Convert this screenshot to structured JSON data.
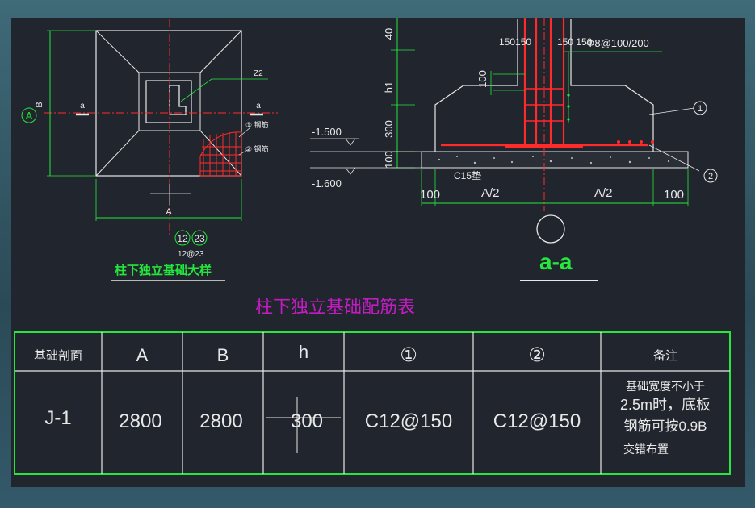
{
  "plan": {
    "title": "柱下独立基础大样",
    "grid_A": "A",
    "dim_B": "B",
    "dim_A": "A",
    "section_mark_left": "a",
    "section_mark_right": "a",
    "z2_label": "Z2",
    "callout1": "① 钢筋",
    "callout2": "② 钢筋",
    "bar_num_12": "12",
    "bar_num_23": "23",
    "bar_spec": "12@23"
  },
  "section": {
    "title": "a-a",
    "dim_40": "40",
    "dim_150_left": "150150",
    "dim_150_right": "150 150",
    "stirrup": "Φ8@100/200",
    "dim_100": "100",
    "dim_h1": "h1",
    "dim_300": "300",
    "dim_100b": "100",
    "elev_top": "-1.500",
    "elev_bottom": "-1.600",
    "c15": "C15垫",
    "bot_100_left": "100",
    "bot_A2_left": "A/2",
    "bot_A2_right": "A/2",
    "bot_100_right": "100",
    "mark1": "1",
    "mark2": "2"
  },
  "table": {
    "title": "柱下独立基础配筋表",
    "headers": [
      "基础剖面",
      "A",
      "B",
      "h",
      "①",
      "②",
      "备注"
    ],
    "row": [
      "J-1",
      "2800",
      "2800",
      "300",
      "C12@150",
      "C12@150"
    ],
    "note_lines": [
      "基础宽度不小于",
      "2.5m时，底板",
      "钢筋可按0.9B",
      "交错布置"
    ]
  },
  "colors": {
    "background": "#21252d",
    "green": "#25e63c",
    "red": "#ff2a2a",
    "magenta": "#c21cc2",
    "white": "#e8e8e8",
    "yellow_green": "#9bd42b"
  }
}
